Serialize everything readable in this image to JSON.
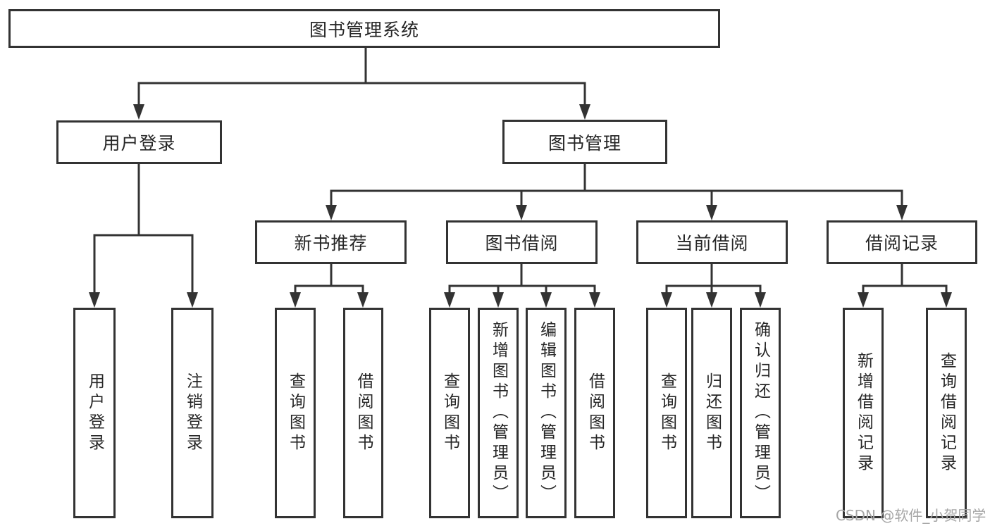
{
  "tree": {
    "root": "图书管理系统",
    "branches": [
      {
        "label": "用户登录",
        "children": [
          "用户登录",
          "注销登录"
        ]
      },
      {
        "label": "图书管理",
        "sections": [
          {
            "label": "新书推荐",
            "children": [
              "查询图书",
              "借阅图书"
            ]
          },
          {
            "label": "图书借阅",
            "children": [
              "查询图书",
              "新增图书（管理员）",
              "编辑图书（管理员）",
              "借阅图书"
            ]
          },
          {
            "label": "当前借阅",
            "children": [
              "查询图书",
              "归还图书",
              "确认归还（管理员）"
            ]
          },
          {
            "label": "借阅记录",
            "children": [
              "新增借阅记录",
              "查询借阅记录"
            ]
          }
        ]
      }
    ]
  },
  "watermark": "CSDN @软件_小贺同学",
  "colors": {
    "line": "#333333",
    "text": "#262626",
    "watermark": "#a6a6a6",
    "background": "#ffffff"
  }
}
